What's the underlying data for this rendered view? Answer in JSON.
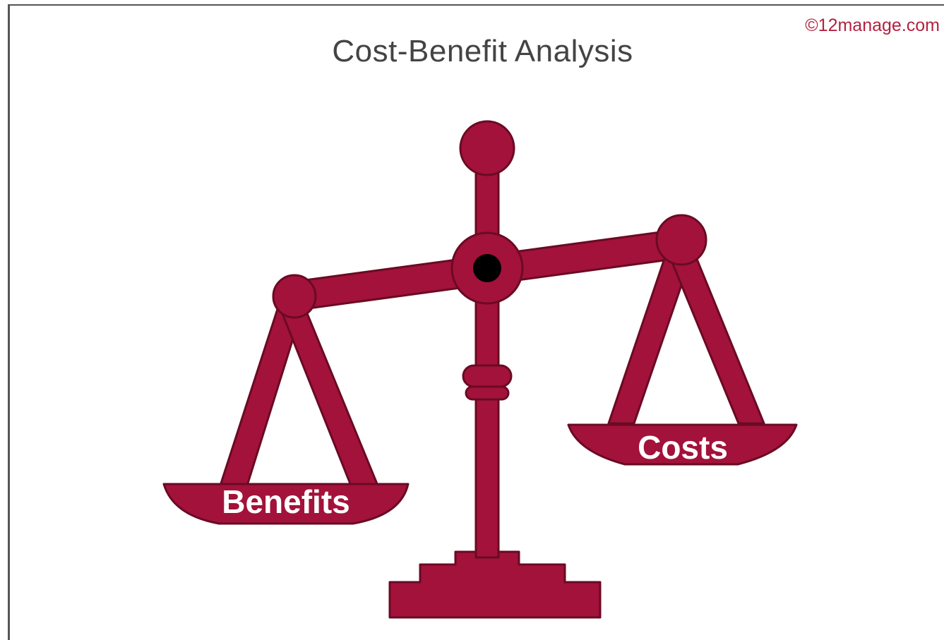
{
  "diagram": {
    "title": "Cost-Benefit Analysis",
    "copyright": "©12manage.com",
    "left_pan_label": "Benefits",
    "right_pan_label": "Costs",
    "colors": {
      "scale": "#a3123a",
      "outline": "#6a0a24",
      "pivot": "#000000",
      "title": "#444444",
      "copyright": "#b3223f",
      "background": "#ffffff"
    },
    "icons": [
      "balance-scale-icon"
    ]
  }
}
